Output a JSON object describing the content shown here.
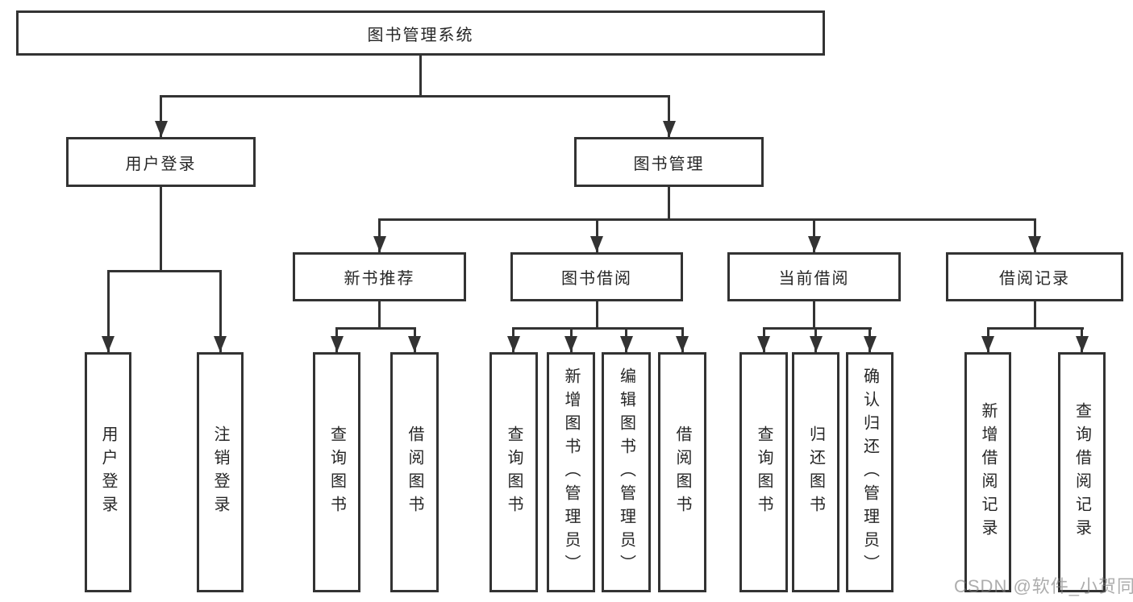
{
  "tree": {
    "root": {
      "label": "图书管理系统"
    },
    "user_login": {
      "label": "用户登录",
      "leaves": [
        "用户登录",
        "注销登录"
      ]
    },
    "book_mgmt": {
      "label": "图书管理"
    },
    "new_book": {
      "label": "新书推荐",
      "leaves": [
        "查询图书",
        "借阅图书"
      ]
    },
    "book_borrow": {
      "label": "图书借阅",
      "leaves": [
        "查询图书",
        "新增图书（管理员）",
        "编辑图书（管理员）",
        "借阅图书"
      ]
    },
    "current_borrow": {
      "label": "当前借阅",
      "leaves": [
        "查询图书",
        "归还图书",
        "确认归还（管理员）"
      ]
    },
    "borrow_record": {
      "label": "借阅记录",
      "leaves": [
        "新增借阅记录",
        "查询借阅记录"
      ]
    }
  },
  "watermark": {
    "text": "CSDN @软件_小贺同学"
  },
  "colors": {
    "line": "#333333",
    "text": "#262626",
    "background": "#ffffff",
    "watermark_gray": "#7a7a7a"
  }
}
